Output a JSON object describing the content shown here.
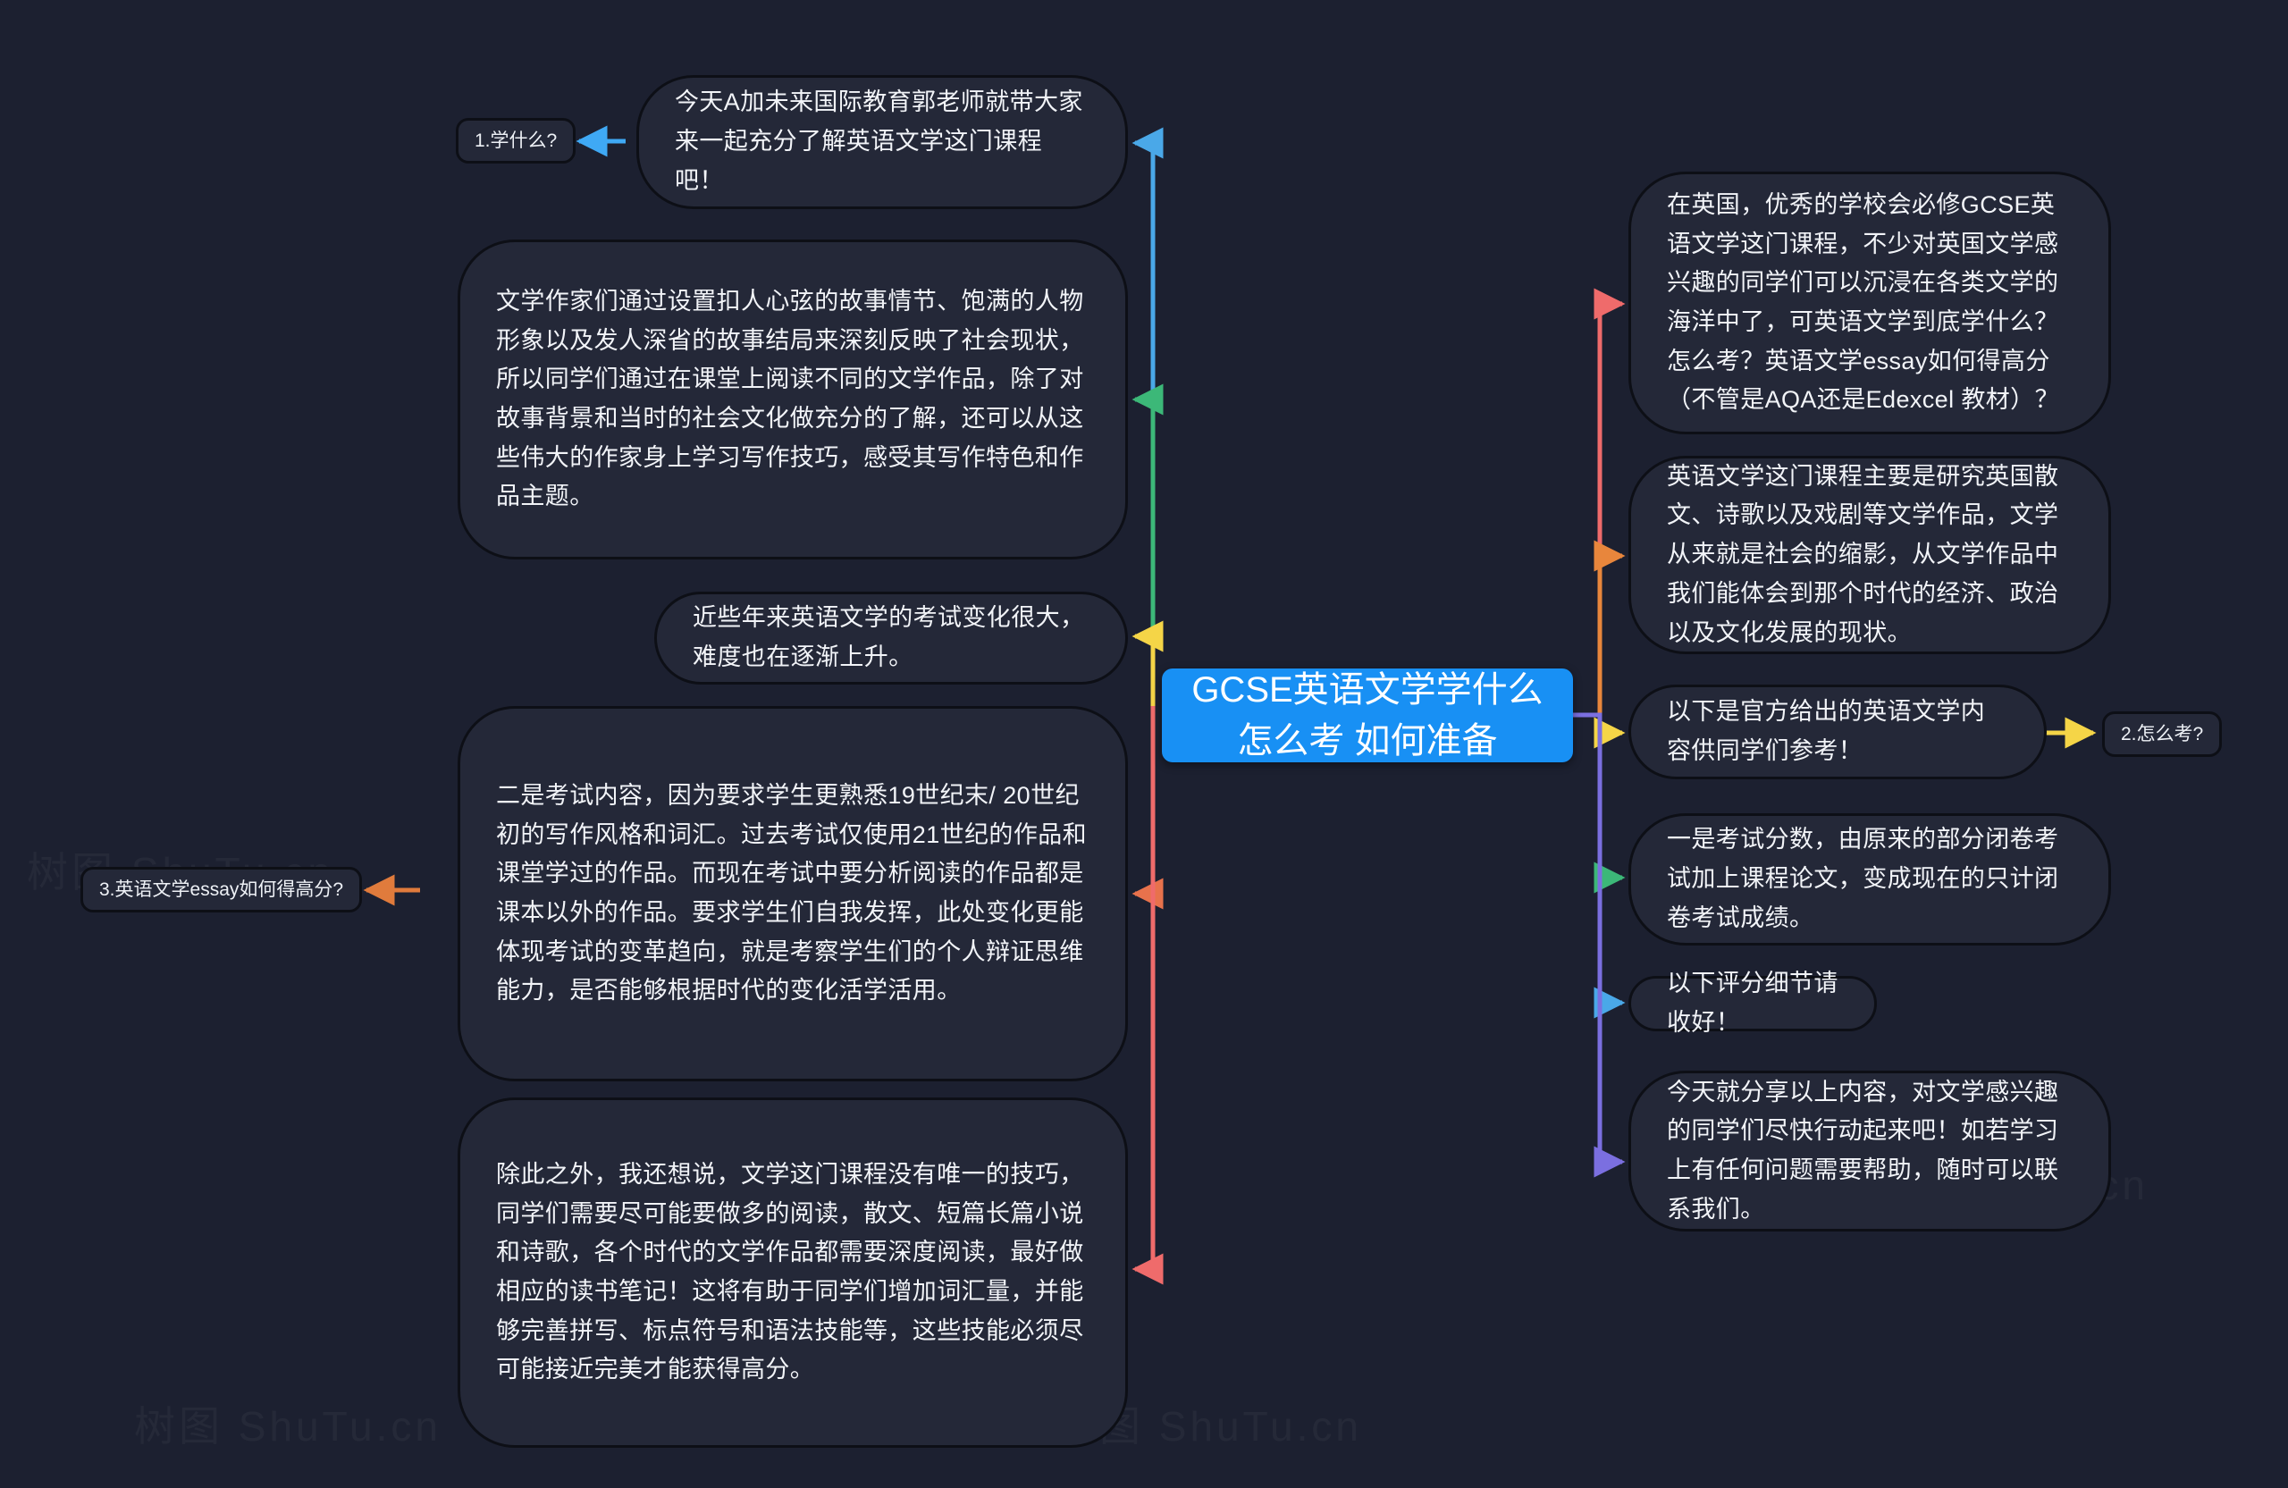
{
  "meta": {
    "background_color": "#1c2030",
    "node_fill": "#242838",
    "node_border": "#0d0f16",
    "root_color": "#1890f4",
    "text_color": "#f2f4f8"
  },
  "root": {
    "label": "GCSE英语文学学什么 怎么考 如何准备"
  },
  "watermarks": [
    {
      "text": "树图 ShuTu.cn"
    },
    {
      "text": "树图 ShuTu.cn"
    },
    {
      "text": "树图 ShuTu.cn"
    },
    {
      "text": "树图 ShuTu.cn"
    },
    {
      "text": "树图 ShuTu.cn"
    }
  ],
  "tags": [
    {
      "label": "1.学什么?",
      "connector_color": "#3fa9f5"
    },
    {
      "label": "2.怎么考?",
      "connector_color": "#f5d547"
    },
    {
      "label": "3.英语文学essay如何得高分?",
      "connector_color": "#e07b3c"
    }
  ],
  "left_branches": [
    {
      "id": "left-1",
      "connector_color": "#4aa8e8",
      "text": "今天A加未来国际教育郭老师就带大家来一起充分了解英语文学这门课程吧！"
    },
    {
      "id": "left-2",
      "connector_color": "#3cb878",
      "text": "文学作家们通过设置扣人心弦的故事情节、饱满的人物形象以及发人深省的故事结局来深刻反映了社会现状，所以同学们通过在课堂上阅读不同的文学作品，除了对故事背景和当时的社会文化做充分的了解，还可以从这些伟大的作家身上学习写作技巧，感受其写作特色和作品主题。"
    },
    {
      "id": "left-3",
      "connector_color": "#f5d547",
      "text": "近些年来英语文学的考试变化很大，难度也在逐渐上升。"
    },
    {
      "id": "left-4",
      "connector_color": "#e8724c",
      "text": "二是考试内容，因为要求学生更熟悉19世纪末/ 20世纪初的写作风格和词汇。过去考试仅使用21世纪的作品和课堂学过的作品。而现在考试中要分析阅读的作品都是课本以外的作品。要求学生们自我发挥，此处变化更能体现考试的变革趋向，就是考察学生们的个人辩证思维能力，是否能够根据时代的变化活学活用。"
    },
    {
      "id": "left-5",
      "connector_color": "#ef6b6b",
      "text": "除此之外，我还想说，文学这门课程没有唯一的技巧，同学们需要尽可能要做多的阅读，散文、短篇长篇小说和诗歌，各个时代的文学作品都需要深度阅读，最好做相应的读书笔记！这将有助于同学们增加词汇量，并能够完善拼写、标点符号和语法技能等，这些技能必须尽可能接近完美才能获得高分。"
    }
  ],
  "right_branches": [
    {
      "id": "right-1",
      "connector_color": "#ef6b6b",
      "text": "在英国，优秀的学校会必修GCSE英语文学这门课程，不少对英国文学感兴趣的同学们可以沉浸在各类文学的海洋中了，可英语文学到底学什么？怎么考？英语文学essay如何得高分（不管是AQA还是Edexcel 教材）？"
    },
    {
      "id": "right-2",
      "connector_color": "#e8863c",
      "text": "英语文学这门课程主要是研究英国散文、诗歌以及戏剧等文学作品，文学从来就是社会的缩影，从文学作品中我们能体会到那个时代的经济、政治以及文化发展的现状。"
    },
    {
      "id": "right-3",
      "connector_color": "#f5d547",
      "text": "以下是官方给出的英语文学内容供同学们参考！"
    },
    {
      "id": "right-4",
      "connector_color": "#3cb878",
      "text": "一是考试分数，由原来的部分闭卷考试加上课程论文，变成现在的只计闭卷考试成绩。"
    },
    {
      "id": "right-5",
      "connector_color": "#4aa8e8",
      "text": "以下评分细节请收好！"
    },
    {
      "id": "right-6",
      "connector_color": "#7b6fe0",
      "text": "今天就分享以上内容，对文学感兴趣的同学们尽快行动起来吧！如若学习上有任何问题需要帮助，随时可以联系我们。"
    }
  ]
}
